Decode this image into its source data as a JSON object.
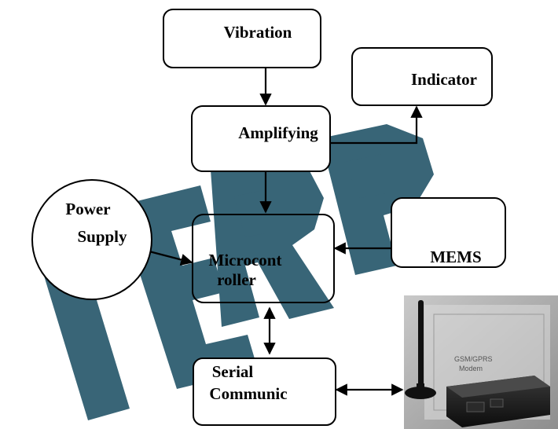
{
  "diagram": {
    "nodes": {
      "vibration": {
        "lines": [
          "Vibration"
        ]
      },
      "indicator": {
        "lines": [
          "Indicator"
        ]
      },
      "amplifying": {
        "lines": [
          "Amplifying"
        ]
      },
      "power_supply": {
        "lines": [
          "Power",
          "Supply"
        ]
      },
      "microcontroller": {
        "lines": [
          "Microcont",
          "roller"
        ]
      },
      "mems": {
        "lines": [
          "MEMS"
        ]
      },
      "serial": {
        "lines": [
          "Serial",
          "Communic"
        ]
      }
    },
    "modem_image": {
      "lines": [
        "GSM/GPRS",
        "Modem"
      ]
    },
    "edges": [
      {
        "from": "vibration",
        "to": "amplifying",
        "type": "arrow"
      },
      {
        "from": "amplifying",
        "to": "indicator",
        "type": "arrow"
      },
      {
        "from": "amplifying",
        "to": "microcontroller",
        "type": "arrow"
      },
      {
        "from": "power_supply",
        "to": "microcontroller",
        "type": "arrow"
      },
      {
        "from": "mems",
        "to": "microcontroller",
        "type": "arrow"
      },
      {
        "from": "microcontroller",
        "to": "serial",
        "type": "bidirectional"
      },
      {
        "from": "serial",
        "to": "modem",
        "type": "bidirectional"
      }
    ],
    "watermark": {
      "text": "IJERP",
      "color": "#2e5d70"
    },
    "colors": {
      "stroke": "#000000",
      "background": "#ffffff"
    }
  }
}
